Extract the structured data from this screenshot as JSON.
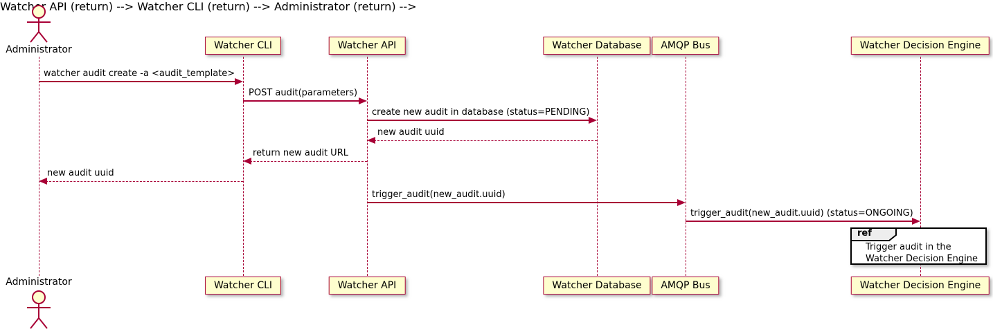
{
  "diagram_type": "uml-sequence-diagram",
  "colors": {
    "participant_fill": "#FEFECE",
    "participant_border": "#A80036",
    "lifeline": "#A80036",
    "arrow": "#A80036",
    "text": "#000000",
    "ref_border": "#000000",
    "ref_tab_fill": "#EEEEEE",
    "ref_fill": "#FFFFFF"
  },
  "actors": [
    {
      "label": "Administrator"
    }
  ],
  "participants": [
    {
      "label": "Watcher CLI"
    },
    {
      "label": "Watcher API"
    },
    {
      "label": "Watcher Database"
    },
    {
      "label": "AMQP Bus"
    },
    {
      "label": "Watcher Decision Engine"
    }
  ],
  "messages": [
    {
      "label": "watcher audit create -a <audit_template>",
      "from": "Administrator",
      "to": "Watcher CLI",
      "style": "solid"
    },
    {
      "label": "POST audit(parameters)",
      "from": "Watcher CLI",
      "to": "Watcher API",
      "style": "solid"
    },
    {
      "label": "create new audit in database (status=PENDING)",
      "from": "Watcher API",
      "to": "Watcher Database",
      "style": "solid"
    },
    {
      "label": "new audit uuid",
      "from": "Watcher Database",
      "to": "Watcher API",
      "style": "dashed"
    },
    {
      "label": "return new audit URL",
      "from": "Watcher API",
      "to": "Watcher CLI",
      "style": "dashed"
    },
    {
      "label": "new audit uuid",
      "from": "Watcher CLI",
      "to": "Administrator",
      "style": "dashed"
    },
    {
      "label": "trigger_audit(new_audit.uuid)",
      "from": "Watcher API",
      "to": "AMQP Bus",
      "style": "solid"
    },
    {
      "label": "trigger_audit(new_audit.uuid) (status=ONGOING)",
      "from": "AMQP Bus",
      "to": "Watcher Decision Engine",
      "style": "solid"
    }
  ],
  "ref": {
    "keyword": "ref",
    "lines": [
      "Trigger audit in the",
      "Watcher Decision Engine"
    ]
  }
}
